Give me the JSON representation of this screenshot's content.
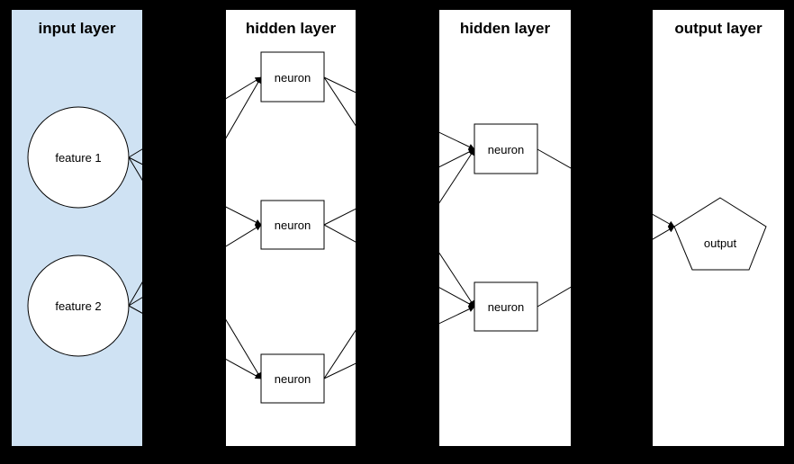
{
  "colors": {
    "background": "#000000",
    "input_panel_fill": "#cfe2f3",
    "panel_fill": "#ffffff",
    "shape_fill": "#ffffff",
    "shape_stroke": "#000000",
    "line": "#000000",
    "text": "#000000"
  },
  "panels": [
    {
      "id": "input",
      "title": "input layer"
    },
    {
      "id": "hidden1",
      "title": "hidden layer"
    },
    {
      "id": "hidden2",
      "title": "hidden layer"
    },
    {
      "id": "output",
      "title": "output layer"
    }
  ],
  "nodes": [
    {
      "id": "feature1",
      "label": "feature 1",
      "shape": "circle",
      "panel": "input"
    },
    {
      "id": "feature2",
      "label": "feature 2",
      "shape": "circle",
      "panel": "input"
    },
    {
      "id": "h1n1",
      "label": "neuron",
      "shape": "rectangle",
      "panel": "hidden1"
    },
    {
      "id": "h1n2",
      "label": "neuron",
      "shape": "rectangle",
      "panel": "hidden1"
    },
    {
      "id": "h1n3",
      "label": "neuron",
      "shape": "rectangle",
      "panel": "hidden1"
    },
    {
      "id": "h2n1",
      "label": "neuron",
      "shape": "rectangle",
      "panel": "hidden2"
    },
    {
      "id": "h2n2",
      "label": "neuron",
      "shape": "rectangle",
      "panel": "hidden2"
    },
    {
      "id": "out1",
      "label": "output",
      "shape": "pentagon",
      "panel": "output"
    }
  ],
  "edges": [
    {
      "from": "feature1",
      "to": "h1n1"
    },
    {
      "from": "feature1",
      "to": "h1n2"
    },
    {
      "from": "feature1",
      "to": "h1n3"
    },
    {
      "from": "feature2",
      "to": "h1n1"
    },
    {
      "from": "feature2",
      "to": "h1n2"
    },
    {
      "from": "feature2",
      "to": "h1n3"
    },
    {
      "from": "h1n1",
      "to": "h2n1"
    },
    {
      "from": "h1n1",
      "to": "h2n2"
    },
    {
      "from": "h1n2",
      "to": "h2n1"
    },
    {
      "from": "h1n2",
      "to": "h2n2"
    },
    {
      "from": "h1n3",
      "to": "h2n1"
    },
    {
      "from": "h1n3",
      "to": "h2n2"
    },
    {
      "from": "h2n1",
      "to": "out1"
    },
    {
      "from": "h2n2",
      "to": "out1"
    }
  ]
}
